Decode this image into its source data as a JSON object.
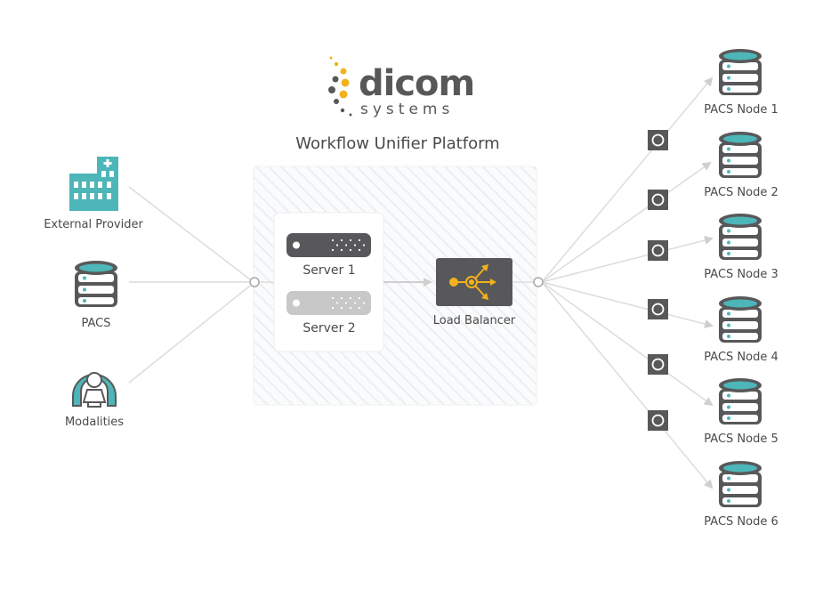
{
  "logo": {
    "brand": "dicom",
    "sub": "systems"
  },
  "title": "Workflow Unifier Platform",
  "sources": [
    {
      "label": "External Provider",
      "icon": "hospital-icon"
    },
    {
      "label": "PACS",
      "icon": "database-icon"
    },
    {
      "label": "Modalities",
      "icon": "mri-scanner-icon"
    }
  ],
  "servers": [
    {
      "label": "Server 1",
      "state": "active"
    },
    {
      "label": "Server 2",
      "state": "inactive"
    }
  ],
  "load_balancer": {
    "label": "Load Balancer"
  },
  "nodes": [
    {
      "label": "PACS Node 1",
      "modality_icon": "cardio-icon"
    },
    {
      "label": "PACS Node 2",
      "modality_icon": "chest-xray-icon"
    },
    {
      "label": "PACS Node 3",
      "modality_icon": "ultrasound-icon"
    },
    {
      "label": "PACS Node 4",
      "modality_icon": "brain-icon"
    },
    {
      "label": "PACS Node 5",
      "modality_icon": "lungs-icon"
    },
    {
      "label": "PACS Node 6",
      "modality_icon": "bone-icon"
    }
  ],
  "colors": {
    "teal": "#4db6b8",
    "dark": "#58585a",
    "accent": "#f2b21b",
    "light": "#c8c8c8"
  }
}
